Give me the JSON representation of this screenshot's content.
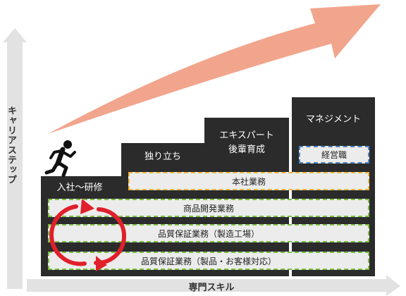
{
  "axes": {
    "y_label": "キャリアステップ",
    "x_label": "専門スキル"
  },
  "steps": [
    {
      "label": "入社〜研修"
    },
    {
      "label": "独り立ち"
    },
    {
      "label_line1": "エキスパート",
      "label_line2": "後輩育成"
    },
    {
      "label": "マネジメント"
    }
  ],
  "badge": {
    "label": "経営職"
  },
  "bands": {
    "honsha": "本社業務",
    "shohin": "商品開発業務",
    "hinshitsu_seizo": "品質保証業務（製造工場）",
    "hinshitsu_seihin": "品質保証業務（製品・お客様対応）"
  },
  "colors": {
    "step_fill": "#2b2b2b",
    "green_dash": "#7cc043",
    "yellow_dash": "#f2b53a",
    "blue_dash": "#4a86c8",
    "growth_arrow": "#f2a58d",
    "cycle_arrow": "#e0202a",
    "axis_fill": "#e2e2e2"
  },
  "icons": {
    "runner": "running-person-icon",
    "cycle": "cycle-arrows-icon",
    "growth": "growth-arrow-icon"
  }
}
